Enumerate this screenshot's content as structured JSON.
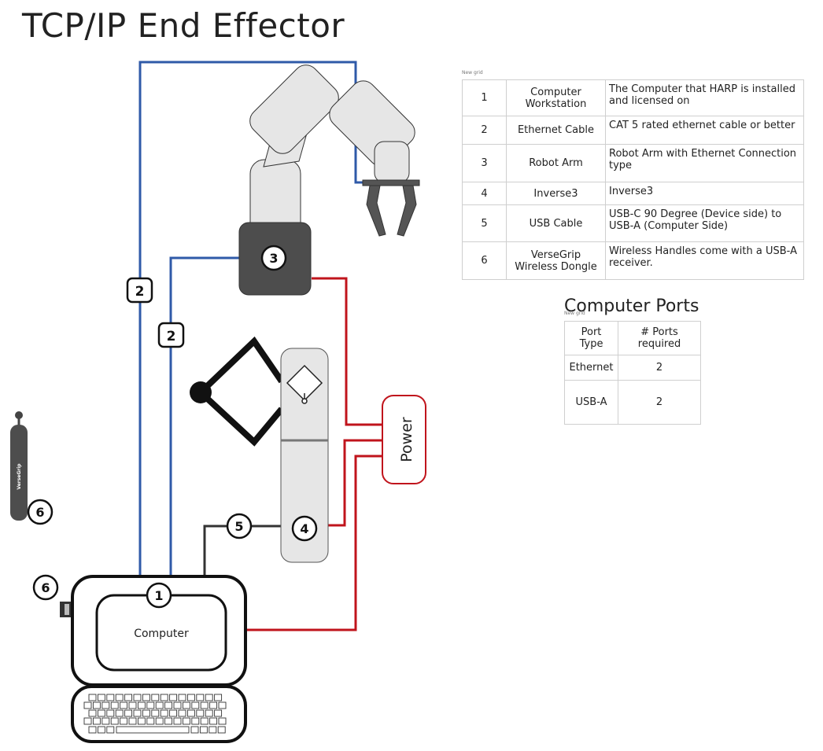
{
  "title": "TCP/IP End Effector",
  "table_caption": "New grid",
  "ports_caption": "New grid",
  "components": [
    {
      "num": "1",
      "name": "Computer Workstation",
      "desc": "The Computer that HARP is installed and licensed on"
    },
    {
      "num": "2",
      "name": "Ethernet Cable",
      "desc": "CAT 5 rated ethernet cable or better"
    },
    {
      "num": "3",
      "name": "Robot Arm",
      "desc": "Robot Arm with Ethernet Connection type"
    },
    {
      "num": "4",
      "name": "Inverse3",
      "desc": "Inverse3"
    },
    {
      "num": "5",
      "name": "USB Cable",
      "desc": "USB-C 90 Degree (Device side) to USB-A (Computer Side)"
    },
    {
      "num": "6",
      "name": "VerseGrip Wireless Dongle",
      "desc": "Wireless Handles come with a USB-A receiver."
    }
  ],
  "ports": {
    "title": "Computer Ports",
    "headers": [
      "Port Type",
      "# Ports required"
    ],
    "rows": [
      {
        "type": "Ethernet",
        "count": "2"
      },
      {
        "type": "USB-A",
        "count": "2"
      }
    ]
  },
  "diagram": {
    "computer_label": "Computer",
    "power_label": "Power",
    "versegrip_label": "VerseGrip",
    "callouts": {
      "computer": "1",
      "cable_a": "2",
      "cable_b": "2",
      "robot": "3",
      "inverse3": "4",
      "usb": "5",
      "dongle": "6",
      "versegrip": "6"
    },
    "colors": {
      "ethernet": "#2f5aa8",
      "power": "#c0141c",
      "usb": "#333333",
      "robot_base": "#4d4d4d",
      "robot_body": "#e6e6e6"
    }
  }
}
